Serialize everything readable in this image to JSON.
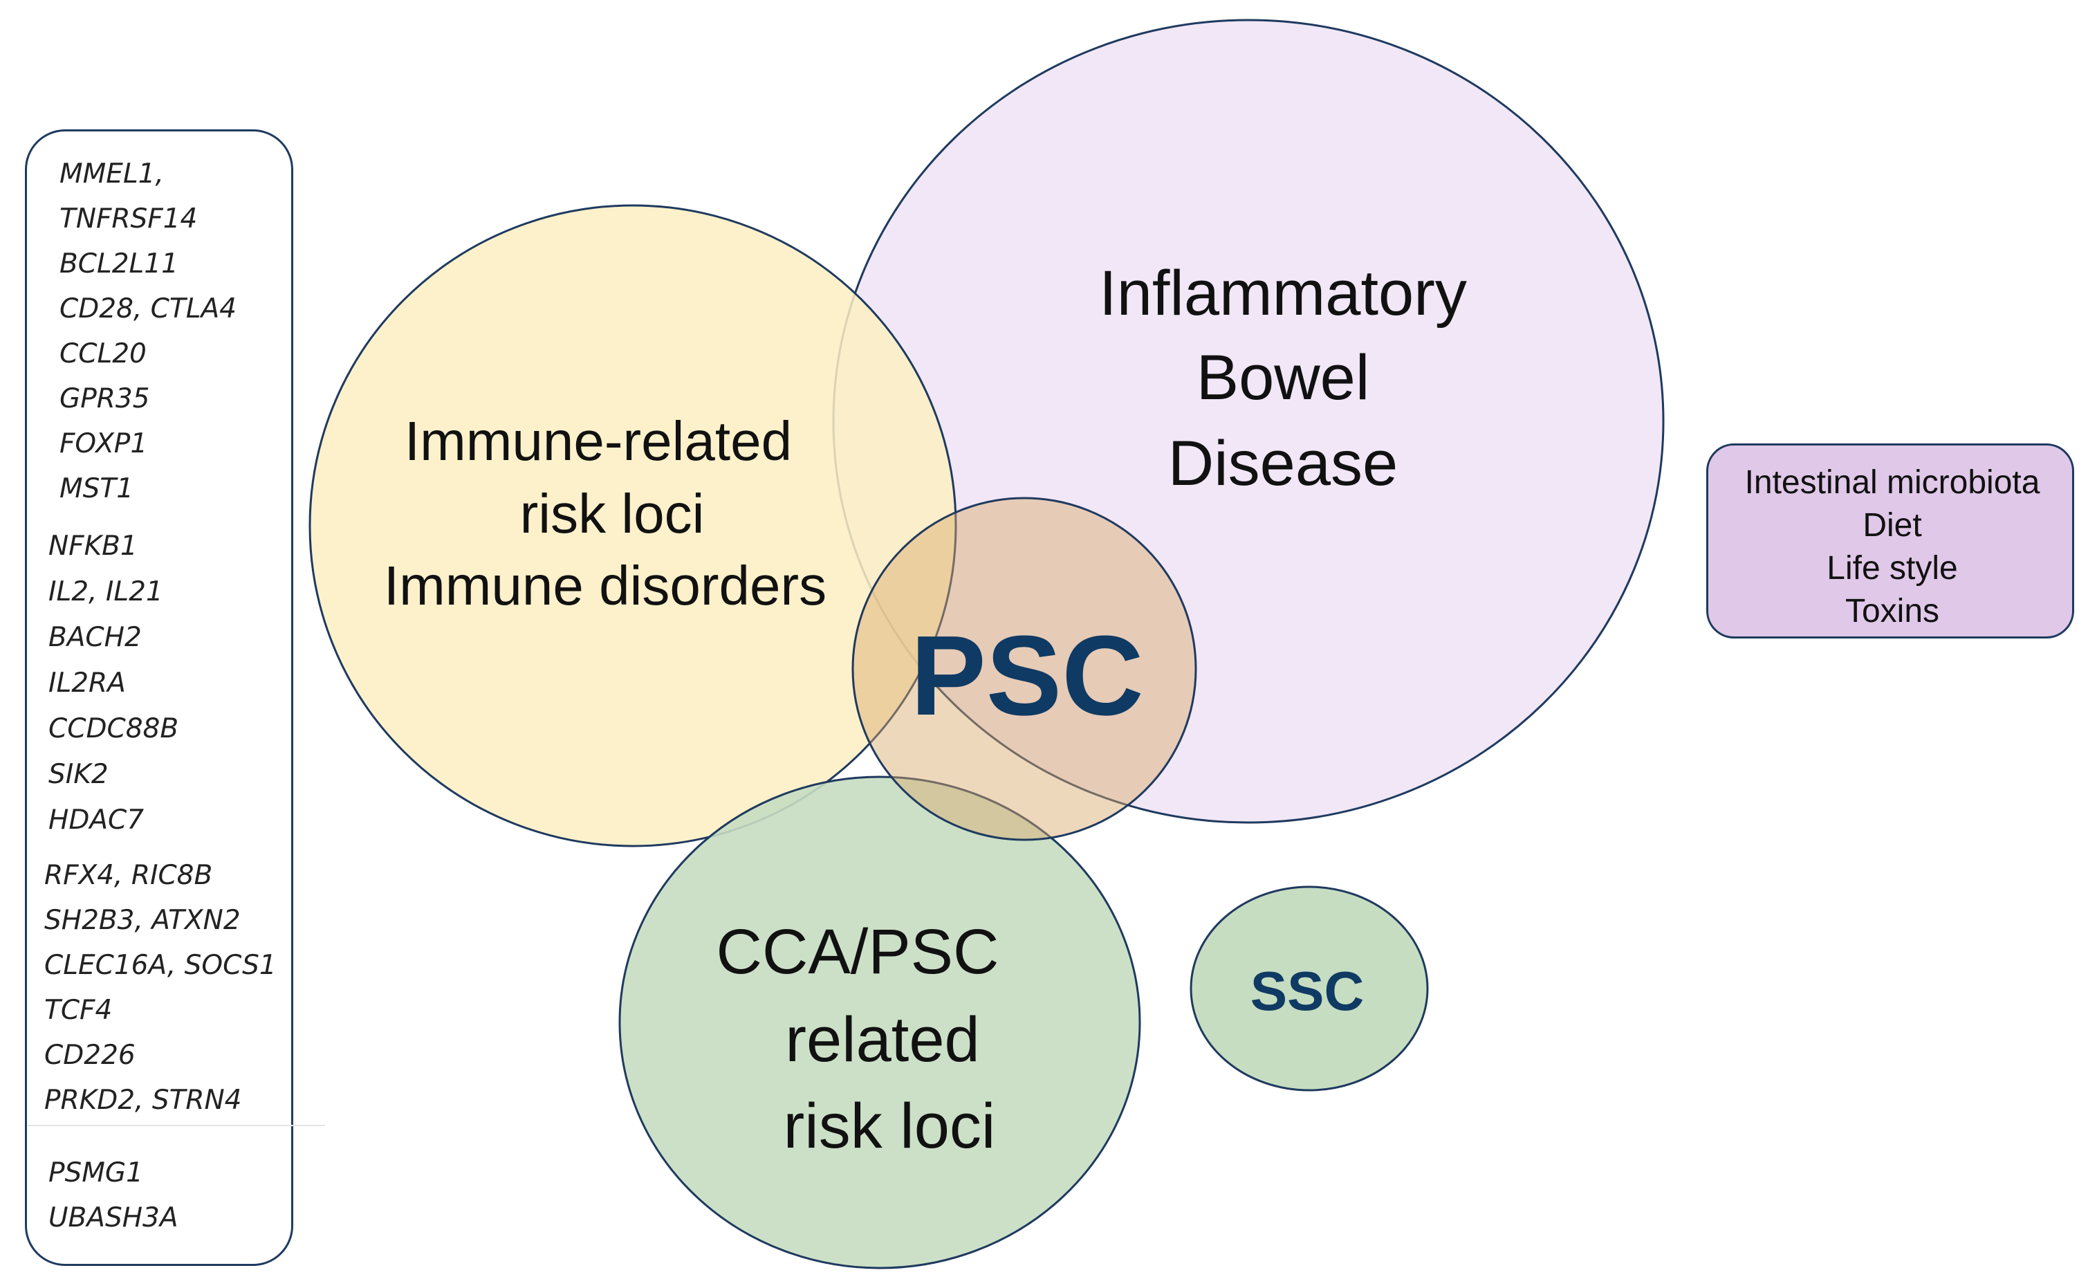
{
  "gene_list": {
    "group1": [
      "MMEL1,",
      "TNFRSF14",
      "BCL2L11",
      "CD28, CTLA4",
      "CCL20",
      "GPR35",
      "FOXP1",
      "MST1"
    ],
    "group2": [
      "NFKB1",
      "IL2, IL21",
      "BACH2",
      "IL2RA",
      "CCDC88B",
      "SIK2",
      "HDAC7"
    ],
    "group3": [
      "RFX4, RIC8B",
      "SH2B3, ATXN2",
      "CLEC16A, SOCS1",
      "TCF4",
      "CD226",
      "PRKD2, STRN4"
    ],
    "group4": [
      "PSMG1",
      "UBASH3A"
    ]
  },
  "circles": {
    "immune": {
      "lines": [
        "Immune-related",
        "risk loci",
        "Immune disorders"
      ],
      "fill": "#fdeec2",
      "opacity": 0.85
    },
    "ibd": {
      "lines": [
        "Inflammatory",
        "Bowel",
        "Disease"
      ],
      "fill": "#e6d4ee",
      "opacity": 0.55
    },
    "psc": {
      "label": "PSC",
      "fill": "#d9a86b",
      "opacity": 0.45,
      "color": "#0f3a63"
    },
    "cca": {
      "lines": [
        "CCA/PSC",
        "related",
        "risk loci"
      ],
      "fill": "#c6ddc2",
      "opacity": 0.9
    },
    "ssc": {
      "label": "SSC",
      "fill": "#c6ddc2",
      "color": "#0f3a63"
    }
  },
  "environment": {
    "items": [
      "Intestinal  microbiota",
      "Diet",
      "Life style",
      "Toxins"
    ],
    "fill": "#e0c8e8"
  },
  "colors": {
    "stroke": "#1f3a5f"
  }
}
